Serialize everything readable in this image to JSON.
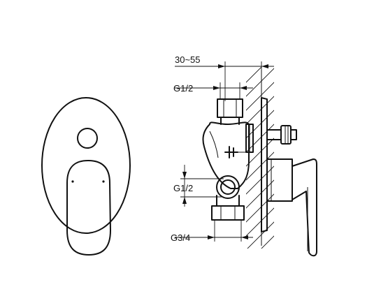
{
  "labels": {
    "depth": "30~55",
    "inlet_top": "G1/2",
    "inlet_side": "G1/2",
    "outlet": "G3/4"
  },
  "colors": {
    "line": "#111111",
    "background": "#ffffff"
  }
}
